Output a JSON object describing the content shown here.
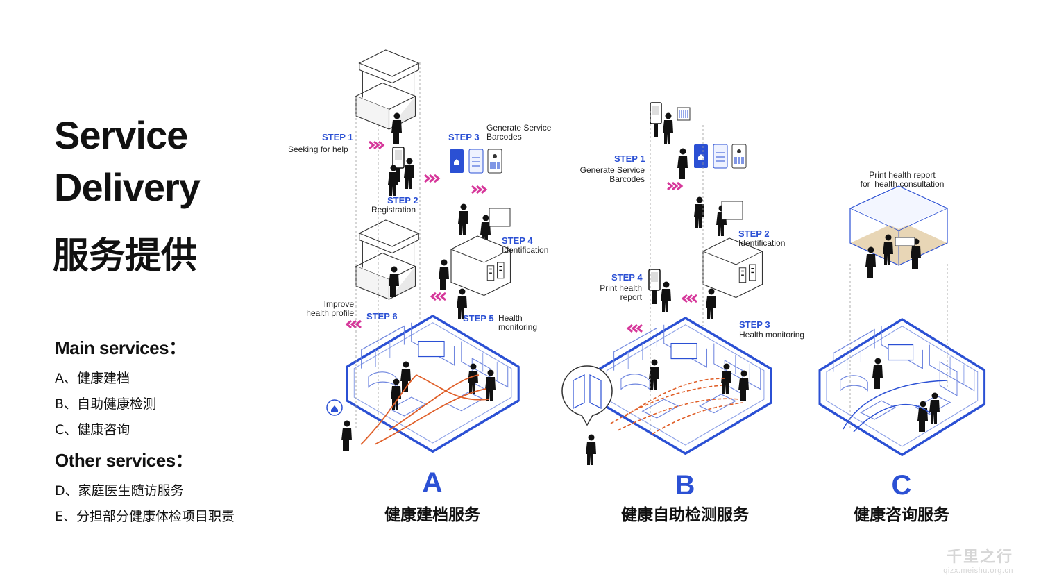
{
  "title": {
    "line1": "Service",
    "line2": "Delivery",
    "zh": "服务提供"
  },
  "main_services": {
    "heading": "Main services：",
    "items": [
      "A、健康建档",
      "B、自助健康检测",
      "C、健康咨询"
    ]
  },
  "other_services": {
    "heading": "Other services：",
    "items": [
      "D、家庭医生随访服务",
      "E、分担部分健康体检项目职责"
    ]
  },
  "panels": [
    {
      "letter": "A",
      "name": "健康建档服务"
    },
    {
      "letter": "B",
      "name": "健康自助检测服务"
    },
    {
      "letter": "C",
      "name": "健康咨询服务"
    }
  ],
  "panel_a_steps": {
    "s1": {
      "label": "STEP 1",
      "desc": "Seeking for help"
    },
    "s2": {
      "label": "STEP 2",
      "desc": "Registration"
    },
    "s3": {
      "label": "STEP 3",
      "desc": "Generate Service\nBarcodes"
    },
    "s4": {
      "label": "STEP 4",
      "desc": "Identification"
    },
    "s5": {
      "label": "STEP 5",
      "desc": "Health\nmonitoring"
    },
    "s6": {
      "label": "STEP 6",
      "desc": "Improve\nhealth profile"
    }
  },
  "panel_b_steps": {
    "s1": {
      "label": "STEP 1",
      "desc": "Generate Service\nBarcodes"
    },
    "s2": {
      "label": "STEP 2",
      "desc": "Identification"
    },
    "s3": {
      "label": "STEP 3",
      "desc": "Health monitoring"
    },
    "s4": {
      "label": "STEP 4",
      "desc": "Print health\nreport"
    }
  },
  "panel_c_note": "Print health report\nfor  health consultation",
  "colors": {
    "accent_blue": "#2b50d4",
    "arrow_pink": "#d6379a",
    "path_orange": "#e0602a",
    "floor_tan": "#e8d6b6"
  },
  "watermark": {
    "line1": "千里之行",
    "line2": "qizx.meishu.org.cn"
  }
}
